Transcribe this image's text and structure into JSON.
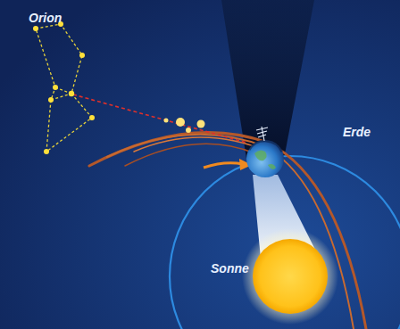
{
  "diagram": {
    "labels": [
      "Orion",
      "Erde",
      "Sonne"
    ]
  }
}
